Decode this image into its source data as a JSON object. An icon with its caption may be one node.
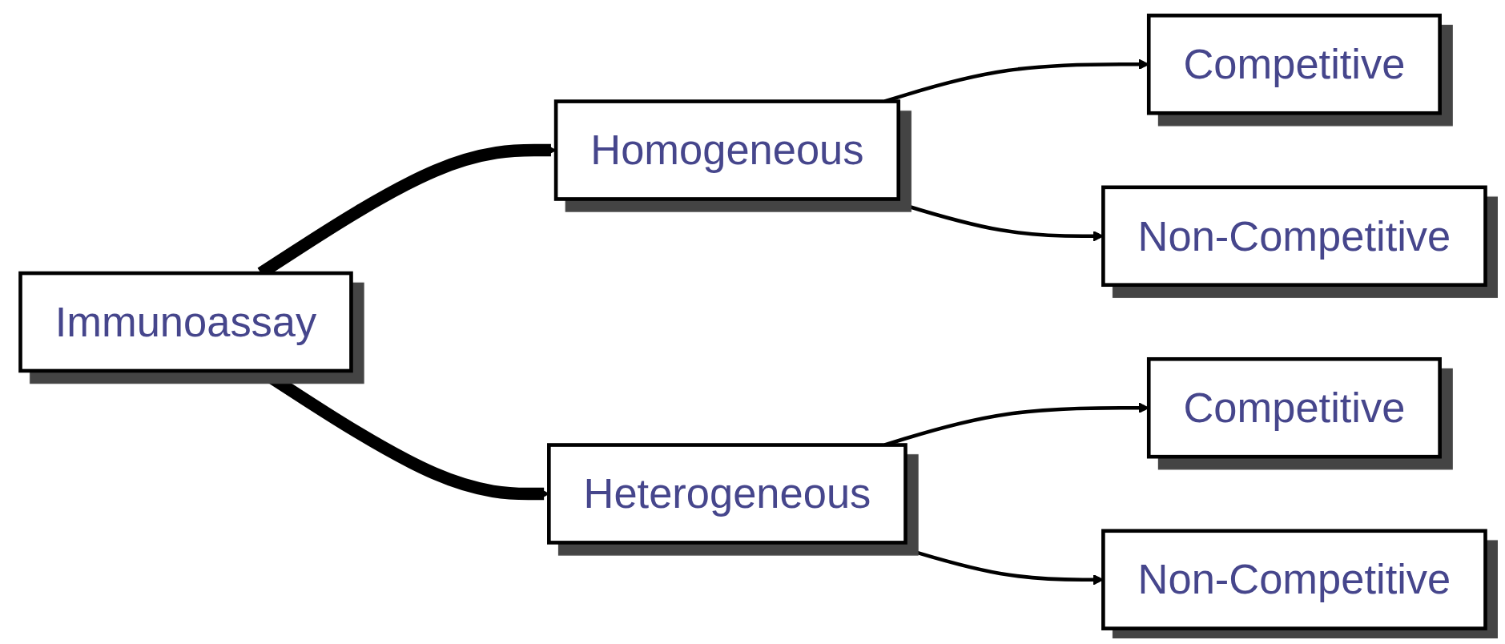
{
  "diagram": {
    "nodes": [
      {
        "text": [
          "Immunoassay"
        ]
      },
      {
        "text": [
          "Homogeneous"
        ]
      },
      {
        "text": [
          "Competitive"
        ]
      },
      {
        "text": [
          "Non-Competitive"
        ]
      },
      {
        "text": [
          "Heterogeneous"
        ]
      },
      {
        "text": [
          "Competitive"
        ]
      },
      {
        "text": [
          "Non-Competitive"
        ]
      }
    ],
    "edges": [
      {
        "from": 0,
        "to": 1,
        "arrow": "to",
        "style": "thick"
      },
      {
        "from": 0,
        "to": 4,
        "arrow": "to",
        "style": "thick"
      },
      {
        "from": 1,
        "to": 2,
        "arrow": "to"
      },
      {
        "from": 1,
        "to": 3,
        "arrow": "to"
      },
      {
        "from": 4,
        "to": 5,
        "arrow": "to"
      },
      {
        "from": 4,
        "to": 6,
        "arrow": "to"
      }
    ]
  }
}
